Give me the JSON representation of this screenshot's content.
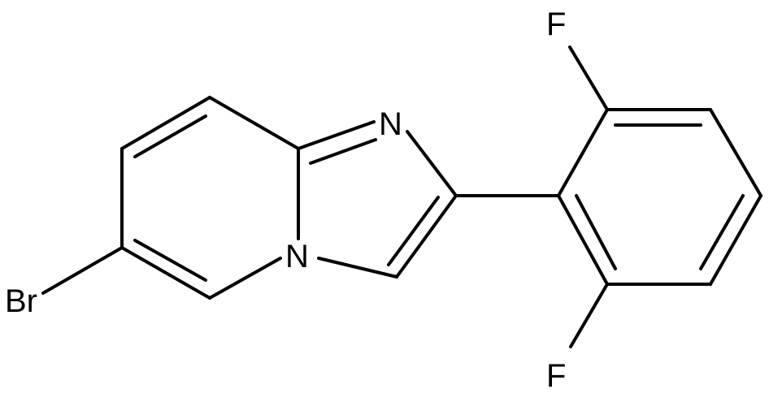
{
  "molecule": {
    "atoms": {
      "n1": "N",
      "n2": "N",
      "br": "Br",
      "f1": "F",
      "f2": "F"
    }
  },
  "colors": {
    "background": "#ffffff",
    "ink": "#000000"
  }
}
